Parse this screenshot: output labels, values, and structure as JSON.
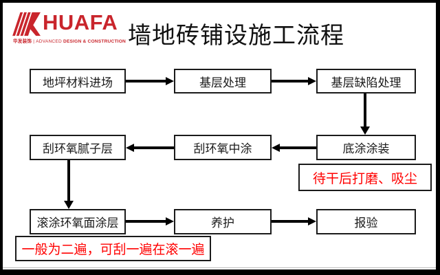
{
  "logo": {
    "brand": "HUAFA",
    "tagline_cn": "华发装饰",
    "tagline_sep": "| ADVANCED",
    "tagline_en": "DESIGN & CONSTRUCTION",
    "brand_color": "#c9252c",
    "icon": "huafa-k-icon"
  },
  "title": "墙地砖铺设施工流程",
  "flow": {
    "boxes": [
      {
        "label": "地坪材料进场"
      },
      {
        "label": "基层处理"
      },
      {
        "label": "基层缺陷处理"
      },
      {
        "label": "底涂涂装"
      },
      {
        "label": "刮环氧中涂"
      },
      {
        "label": "刮环氧腻子层"
      },
      {
        "label": "滚涂环氧面涂层"
      },
      {
        "label": "养护"
      },
      {
        "label": "报验"
      }
    ],
    "notes": [
      {
        "text": "待干后打磨、吸尘"
      },
      {
        "text": "一般为二遍，可刮一遍在滚一遍"
      }
    ],
    "colors": {
      "box_border": "#1a1a1a",
      "note_text": "#ff0000",
      "arrow": "#000000"
    }
  }
}
